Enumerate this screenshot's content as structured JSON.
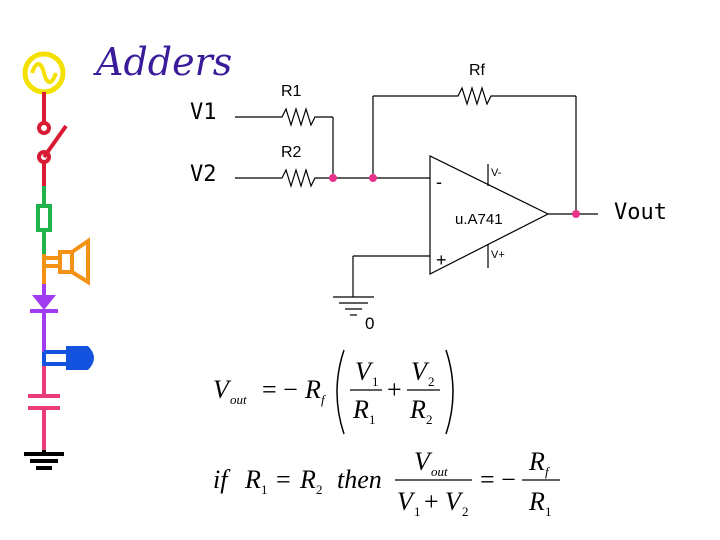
{
  "title": "Adders",
  "inputs": {
    "v1": "V1",
    "v2": "V2"
  },
  "output": "Vout",
  "components": {
    "r1": "R1",
    "r2": "R2",
    "rf": "Rf",
    "opamp": "u.A741",
    "minus": "-",
    "plus": "+",
    "ground": "0"
  },
  "colors": {
    "title": "#3a1c9a",
    "node_dot": "#e8338f",
    "sidebar_yellow": "#f5e100",
    "sidebar_red": "#d81b32",
    "sidebar_green": "#22b24c",
    "sidebar_orange": "#f39214",
    "sidebar_purple": "#a13df0",
    "sidebar_blue": "#1452e0",
    "sidebar_pink": "#ec3b7a"
  },
  "equations": {
    "eq1": {
      "vout": "V",
      "vout_sub": "out",
      "eq_minus": "= −",
      "rf": "R",
      "rf_sub": "f",
      "v1": "V",
      "v1_sub": "1",
      "r1": "R",
      "r1_sub": "1",
      "plus": "+",
      "v2": "V",
      "v2_sub": "2",
      "r2": "R",
      "r2_sub": "2"
    },
    "eq2": {
      "if": "if",
      "r1": "R",
      "r1_sub": "1",
      "eq": "=",
      "r2": "R",
      "r2_sub": "2",
      "then": "then",
      "vout": "V",
      "vout_sub": "out",
      "v1": "V",
      "v1_sub": "1",
      "plus": "+",
      "v2": "V",
      "v2_sub": "2",
      "eq_minus": "= −",
      "rf": "R",
      "rf_sub": "f",
      "r1b": "R",
      "r1b_sub": "1"
    }
  }
}
